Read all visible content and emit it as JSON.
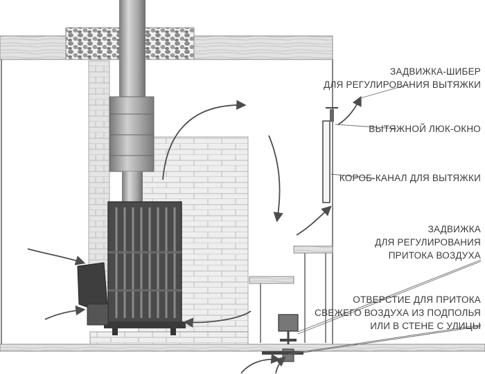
{
  "labels": {
    "damper": [
      "ЗАДВИЖКА-ШИБЕР",
      "ДЛЯ РЕГУЛИРОВАНИЯ ВЫТЯЖКИ"
    ],
    "hatch": [
      "ВЫТЯЖНОЙ ЛЮК-ОКНО"
    ],
    "duct": [
      "КОРОБ-КАНАЛ ДЛЯ ВЫТЯЖКИ"
    ],
    "inflow_valve": [
      "ЗАДВИЖКА",
      "ДЛЯ РЕГУЛИРОВАНИЯ",
      "ПРИТОКА ВОЗДУХА"
    ],
    "inlet_hole": [
      "ОТВЕРСТИЕ ДЛЯ ПРИТОКА",
      "СВЕЖЕГО ВОЗДУХА ИЗ ПОДПОЛЬЯ",
      "ИЛИ В СТЕНЕ С УЛИЦЫ"
    ]
  },
  "colors": {
    "outline": "#5a5a5a",
    "brick": "#e6e6e6",
    "stove_dark": "#4a4a4a",
    "pipe": "#9a9a9a",
    "gravel": "#8c8c8c",
    "wood": "#dcdcdc",
    "arrow": "#4d4d4d",
    "text": "#3a3a3a"
  }
}
